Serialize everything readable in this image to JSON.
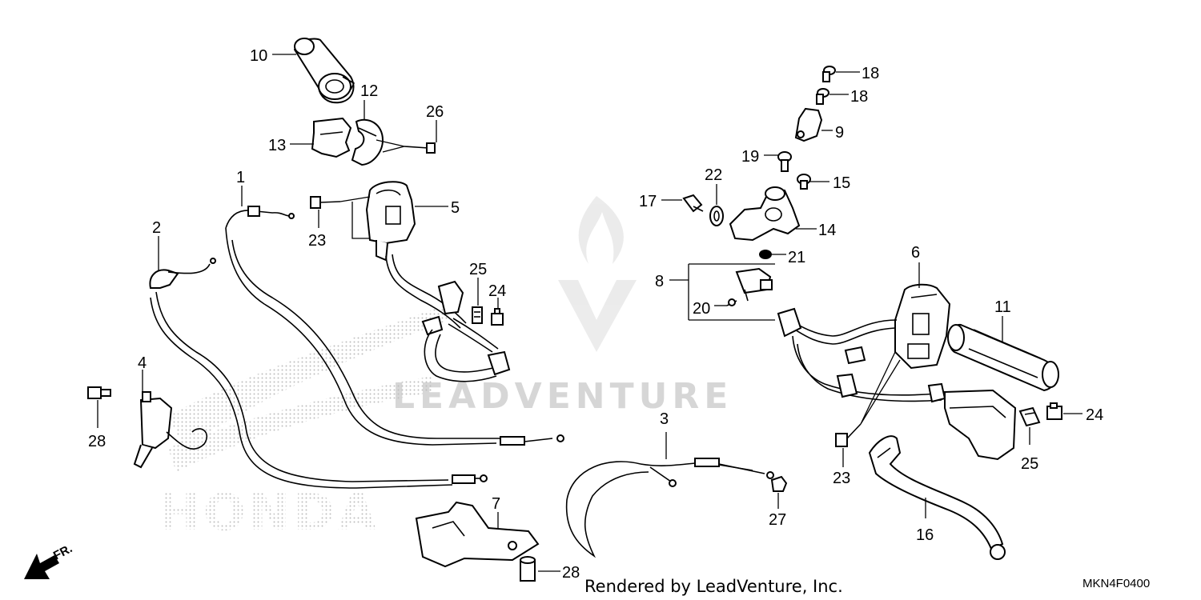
{
  "watermark": {
    "text": "LEADVENTURE",
    "brand_text": "HONDA"
  },
  "front_indicator": {
    "label": "FR."
  },
  "footer": {
    "render_credit": "Rendered by LeadVenture, Inc.",
    "diagram_code": "MKN4F0400"
  },
  "callouts": {
    "c1": "1",
    "c2": "2",
    "c3": "3",
    "c4": "4",
    "c5": "5",
    "c6": "6",
    "c7": "7",
    "c8": "8",
    "c9": "9",
    "c10": "10",
    "c11": "11",
    "c12": "12",
    "c13": "13",
    "c14": "14",
    "c15": "15",
    "c16": "16",
    "c17": "17",
    "c18a": "18",
    "c18b": "18",
    "c19": "19",
    "c20": "20",
    "c21": "21",
    "c22": "22",
    "c23a": "23",
    "c23b": "23",
    "c24a": "24",
    "c24b": "24",
    "c25a": "25",
    "c25b": "25",
    "c26": "26",
    "c27": "27",
    "c28a": "28",
    "c28b": "28"
  },
  "colors": {
    "line": "#000000",
    "watermark": "#d6d6d6",
    "background": "#ffffff"
  }
}
